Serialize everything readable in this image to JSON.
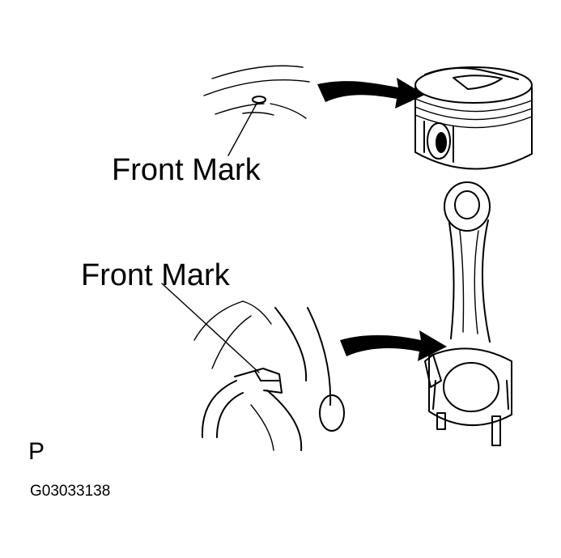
{
  "labels": {
    "front_mark_top": "Front Mark",
    "front_mark_bottom": "Front Mark",
    "view_letter": "P",
    "figure_code": "G03033138"
  },
  "colors": {
    "ink": "#000000",
    "paper": "#ffffff"
  }
}
